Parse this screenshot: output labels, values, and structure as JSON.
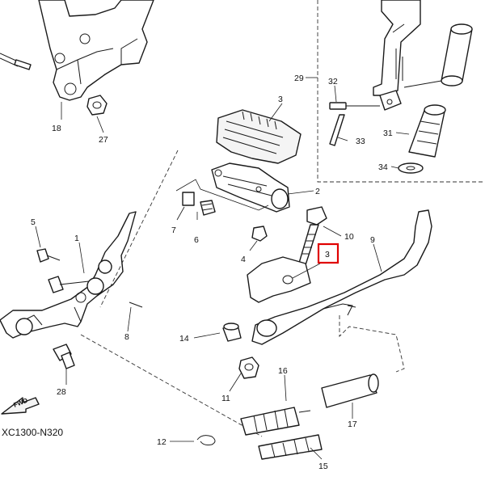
{
  "diagram": {
    "code": "XC1300-N320",
    "fwd_label": "FWD",
    "highlight_color": "#e00000",
    "callouts": {
      "c1": "1",
      "c2": "2",
      "c3a": "3",
      "c3b": "3",
      "c4": "4",
      "c5": "5",
      "c6": "6",
      "c7": "7",
      "c8": "8",
      "c9": "9",
      "c10": "10",
      "c11": "11",
      "c12": "12",
      "c14": "14",
      "c15": "15",
      "c16": "16",
      "c17": "17",
      "c18": "18",
      "c27": "27",
      "c28": "28",
      "c29": "29",
      "c31": "31",
      "c32": "32",
      "c33": "33",
      "c34": "34"
    }
  }
}
